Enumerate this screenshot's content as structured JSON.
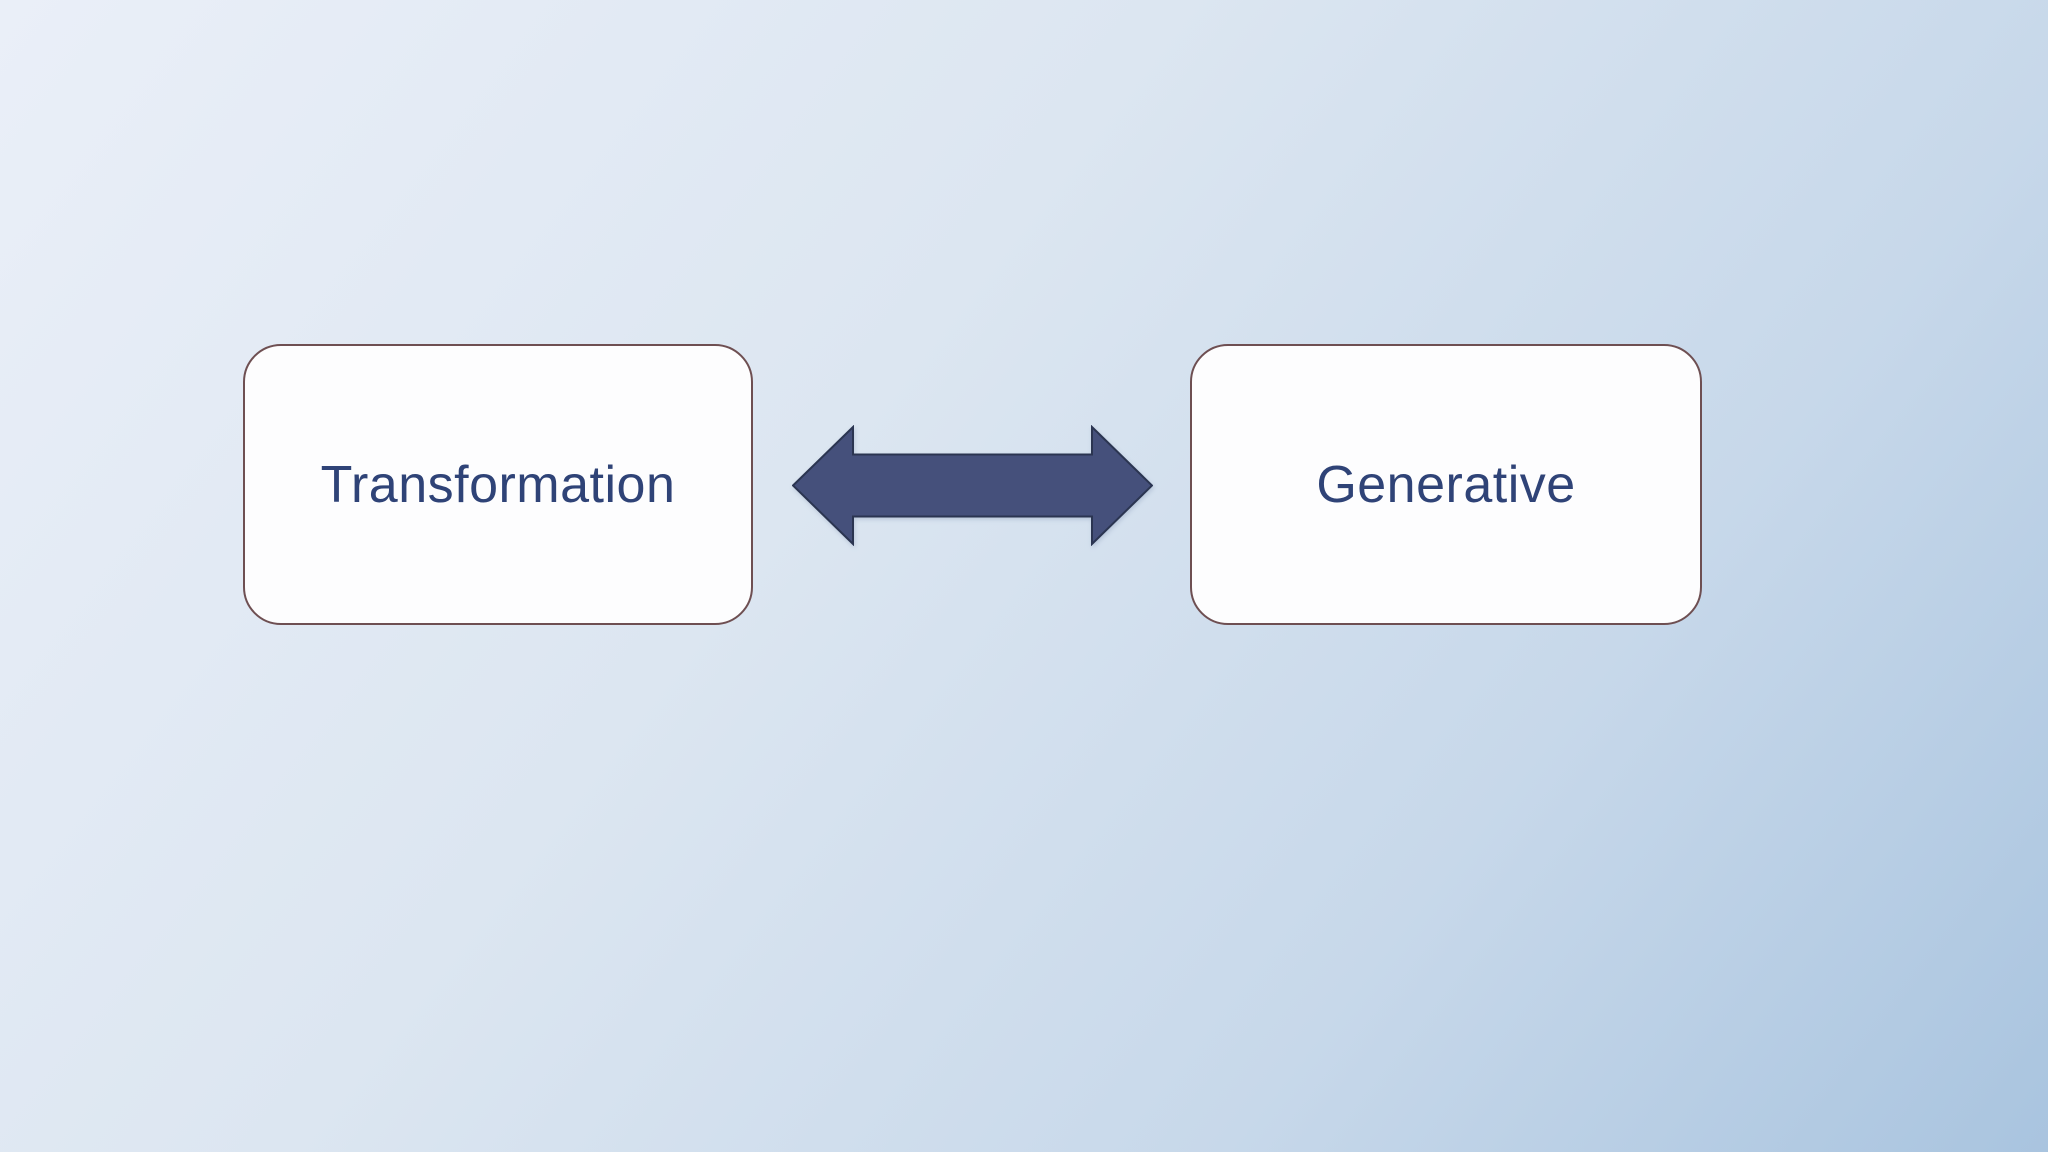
{
  "slide": {
    "type": "diagram",
    "nodes": [
      {
        "id": "transformation",
        "label": "Transformation"
      },
      {
        "id": "generative",
        "label": "Generative"
      }
    ],
    "connector": {
      "shape": "double-headed-arrow",
      "direction": "horizontal",
      "connects": [
        "Transformation",
        "Generative"
      ]
    },
    "colors": {
      "background_top_left": "#E9EEF8",
      "background_bottom_right": "#A9C4DF",
      "node_fill": "#FDFDFE",
      "node_border": "#6E4F52",
      "label_text": "#2F4377",
      "arrow_fill": "#45507B",
      "arrow_outline": "#2B3551"
    }
  }
}
